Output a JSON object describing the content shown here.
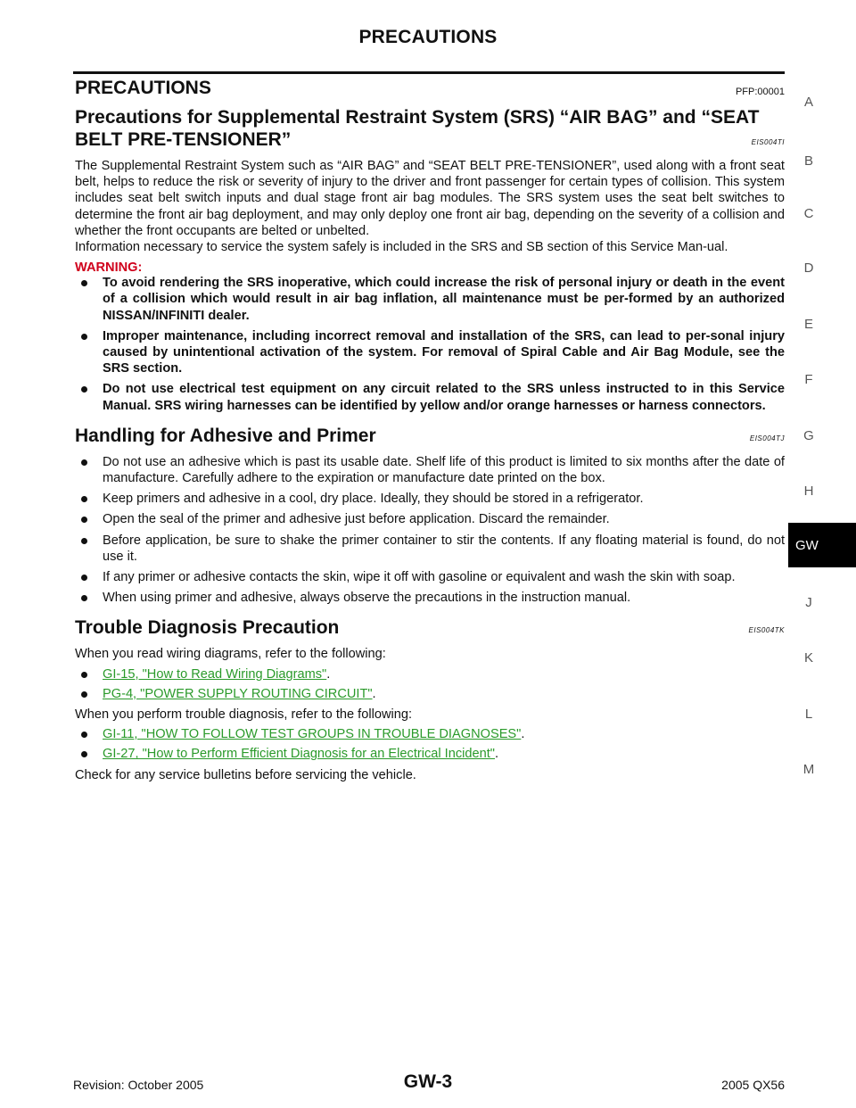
{
  "header": {
    "title": "PRECAUTIONS"
  },
  "section1": {
    "title": "PRECAUTIONS",
    "code": "PFP:00001"
  },
  "srs": {
    "title_line1": "Precautions for Supplemental Restraint System (SRS) “AIR BAG” and “SEAT",
    "title_line2": "BELT PRE-TENSIONER”",
    "code": "EIS004TI",
    "paragraph": "The Supplemental Restraint System such as “AIR BAG” and “SEAT BELT PRE-TENSIONER”, used along with a front seat belt, helps to reduce the risk or severity of injury to the driver and front passenger for certain types of collision. This system includes seat belt switch inputs and dual stage front air bag modules. The SRS system uses the seat belt switches to determine the front air bag deployment, and may only deploy one front air bag, depending on the severity of a collision and whether the front occupants are belted or unbelted.",
    "paragraph2": "Information necessary to service the system safely is included in the SRS and SB section of this Service Man-ual.",
    "warning_label": "WARNING:",
    "warnings": [
      "To avoid rendering the SRS inoperative, which could increase the risk of personal injury or death in the event of a collision which would result in air bag inflation, all maintenance must be per-formed by an authorized NISSAN/INFINITI dealer.",
      "Improper maintenance, including incorrect removal and installation of the SRS, can lead to per-sonal injury caused by unintentional activation of the system. For removal of Spiral Cable and Air Bag Module, see the SRS section.",
      "Do not use electrical test equipment on any circuit related to the SRS unless instructed to in this Service Manual. SRS wiring harnesses can be identified by yellow and/or orange harnesses or harness connectors."
    ]
  },
  "adhesive": {
    "title": "Handling for Adhesive and Primer",
    "code": "EIS004TJ",
    "items": [
      "Do not use an adhesive which is past its usable date. Shelf life of this product is limited to six months after the date of manufacture. Carefully adhere to the expiration or manufacture date printed on the box.",
      "Keep primers and adhesive in a cool, dry place. Ideally, they should be stored in a refrigerator.",
      "Open the seal of the primer and adhesive just before application. Discard the remainder.",
      "Before application, be sure to shake the primer container to stir the contents. If any floating material is found, do not use it.",
      "If any primer or adhesive contacts the skin, wipe it off with gasoline or equivalent and wash the skin with soap.",
      "When using primer and adhesive, always observe the precautions in the instruction manual."
    ]
  },
  "trouble": {
    "title": "Trouble Diagnosis Precaution",
    "code": "EIS004TK",
    "intro1": "When you read wiring diagrams, refer to the following:",
    "links1": [
      "GI-15, \"How to Read Wiring Diagrams\"",
      "PG-4, \"POWER SUPPLY ROUTING CIRCUIT\""
    ],
    "intro2": "When you perform trouble diagnosis, refer to the following:",
    "links2": [
      "GI-11, \"HOW TO FOLLOW TEST GROUPS IN TROUBLE DIAGNOSES\"",
      "GI-27, \"How to Perform Efficient Diagnosis for an Electrical Incident\""
    ],
    "period": ".",
    "closing": "Check for any service bulletins before servicing the vehicle."
  },
  "side_index": [
    "A",
    "B",
    "C",
    "D",
    "E",
    "F",
    "G",
    "H",
    "J",
    "K",
    "L",
    "M"
  ],
  "side_tab": "GW",
  "footer": {
    "left": "Revision: October 2005",
    "center": "GW-3",
    "right": "2005 QX56"
  }
}
